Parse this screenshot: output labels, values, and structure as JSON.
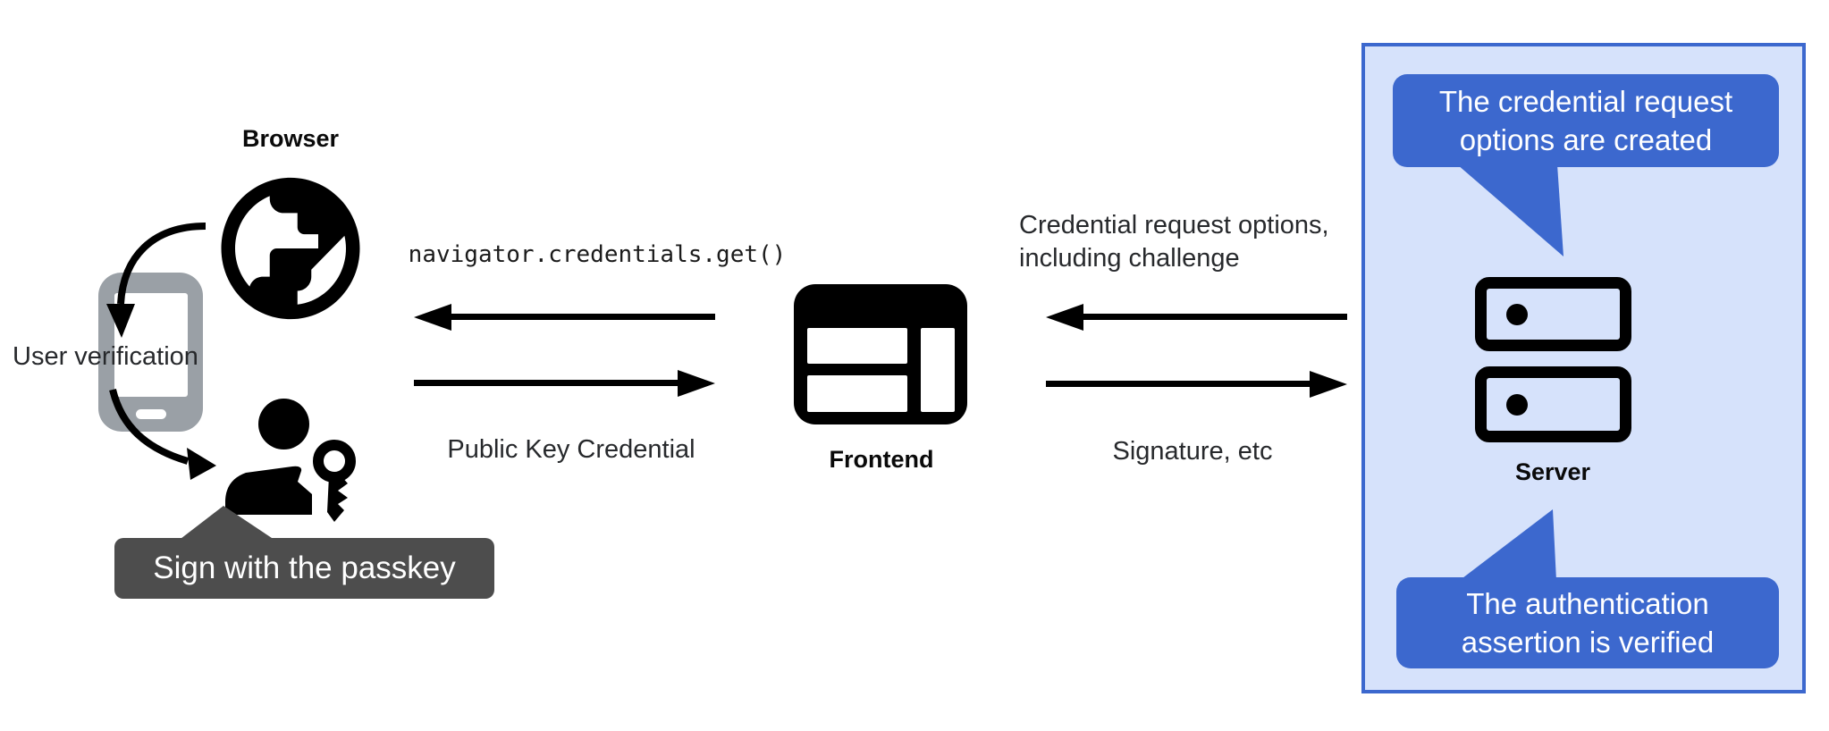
{
  "diagram": {
    "left": {
      "browser_label": "Browser",
      "user_verification_label": "User verification",
      "passkey_tooltip_label": "Sign with the passkey"
    },
    "center": {
      "api_call_label": "navigator.credentials.get()",
      "public_key_credential_label": "Public Key Credential",
      "frontend_label": "Frontend"
    },
    "right": {
      "request_options_line1": "Credential request options,",
      "request_options_line2": "including challenge",
      "signature_label": "Signature, etc",
      "server_label": "Server",
      "top_callout_line1": "The credential request",
      "top_callout_line2": "options are created",
      "bottom_callout_line1": "The authentication",
      "bottom_callout_line2": "assertion is verified"
    },
    "icons": {
      "globe": "globe-icon",
      "phone": "phone-icon",
      "person": "person-icon",
      "key": "key-icon",
      "frontend_window": "browser-window-icon",
      "server": "server-icon"
    },
    "colors": {
      "callout_blue": "#3C68CE",
      "panel_fill": "#D6E2FB",
      "panel_border": "#3C68CE",
      "tooltip_gray": "#4D4D4D",
      "phone_gray": "#9AA0A6",
      "icon_black": "#000000",
      "text_dark": "#1F2124",
      "text_white": "#FFFFFF"
    }
  }
}
